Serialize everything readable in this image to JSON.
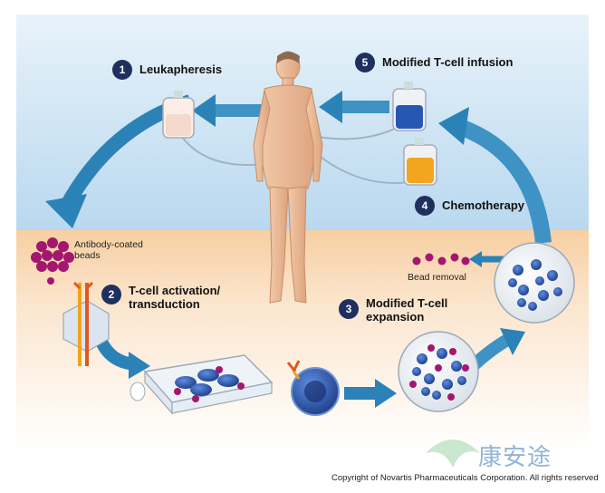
{
  "steps": [
    {
      "number": "1",
      "label": "Leukapheresis"
    },
    {
      "number": "2",
      "label": "T-cell activation/\ntransduction"
    },
    {
      "number": "3",
      "label": "Modified T-cell\nexpansion"
    },
    {
      "number": "4",
      "label": "Chemotherapy"
    },
    {
      "number": "5",
      "label": "Modified T-cell infusion"
    }
  ],
  "labels": {
    "beads": "Antibody-coated\nbeads",
    "bead_removal": "Bead removal"
  },
  "footer": {
    "copyright": "Copyright of Novartis Pharmaceuticals Corporation. All rights reserved",
    "watermark": "康安途"
  },
  "colors": {
    "sky_top": "#dcecf7",
    "sky_bottom": "#b8d7ee",
    "lower_bg": "#f8d7b0",
    "arrow": "#1f78ad",
    "badge": "#1f2f5e",
    "bead": "#a3176f",
    "cell": "#2452a8"
  }
}
